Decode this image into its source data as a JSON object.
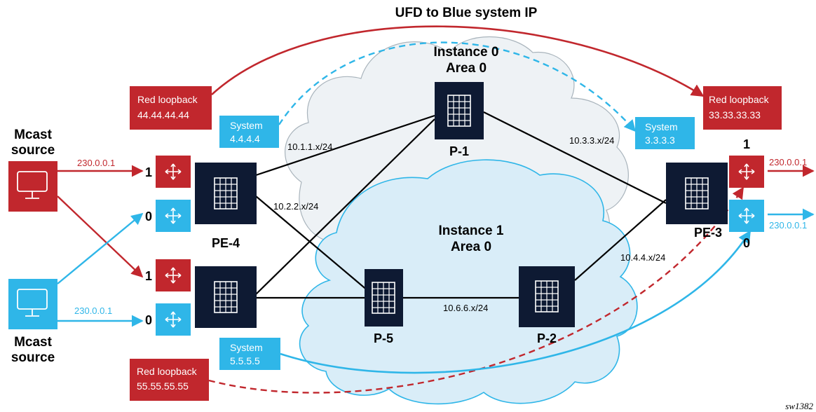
{
  "title": "UFD to Blue system IP",
  "clouds": {
    "instance0": {
      "line1": "Instance 0",
      "line2": "Area 0"
    },
    "instance1": {
      "line1": "Instance 1",
      "line2": "Area 0"
    }
  },
  "routers": {
    "p1": "P-1",
    "p5": "P-5",
    "p2": "P-2",
    "pe4": "PE-4",
    "pe3": "PE-3"
  },
  "links": {
    "l1": "10.1.1.x/24",
    "l2": "10.2.2.x/24",
    "l3": "10.3.3.x/24",
    "l4": "10.4.4.x/24",
    "l6": "10.6.6.x/24"
  },
  "boxes": {
    "red44": {
      "line1": "Red loopback",
      "line2": "44.44.44.44"
    },
    "red33": {
      "line1": "Red loopback",
      "line2": "33.33.33.33"
    },
    "red55": {
      "line1": "Red loopback",
      "line2": "55.55.55.55"
    },
    "sys4": {
      "line1": "System",
      "line2": "4.4.4.4"
    },
    "sys3": {
      "line1": "System",
      "line2": "3.3.3.3"
    },
    "sys5": {
      "line1": "System",
      "line2": "5.5.5.5"
    }
  },
  "sources": {
    "top": {
      "line1": "Mcast",
      "line2": "source"
    },
    "bottom": {
      "line1": "Mcast",
      "line2": "source"
    }
  },
  "groups": {
    "left_red": "230.0.0.1",
    "left_blue": "230.0.0.1",
    "right_red": "230.0.0.1",
    "right_blue": "230.0.0.1"
  },
  "ports": {
    "pe4_top_red": "1",
    "pe4_top_blue": "0",
    "pe4_bot_red": "1",
    "pe4_bot_blue": "0",
    "pe3_red": "1",
    "pe3_blue": "0"
  },
  "footer": "sw1382",
  "colors": {
    "red": "#c1272d",
    "blue": "#2fb6e8",
    "navy": "#0e1a33",
    "cloud1": "#eef2f5",
    "cloud2": "#d9edf8"
  }
}
